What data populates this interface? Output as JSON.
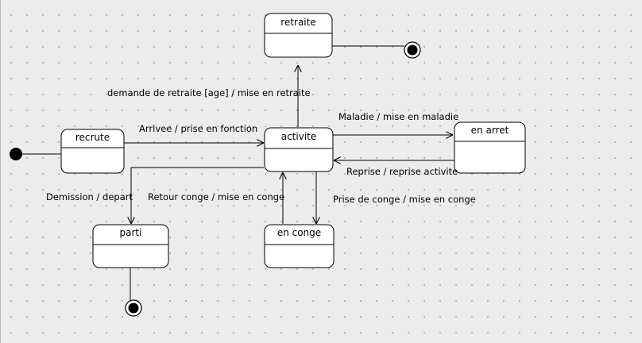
{
  "states": {
    "retraite": "retraite",
    "recrute": "recrute",
    "activite": "activite",
    "en_arret": "en arret",
    "parti": "parti",
    "en_conge": "en conge"
  },
  "transitions": {
    "arrivee": "Arrivee / prise en fonction",
    "retraite": "demande de retraite [age] / mise en retraite",
    "maladie": "Maladie / mise en maladie",
    "reprise": "Reprise / reprise activite",
    "demission": "Demission / depart",
    "retour_conge": "Retour conge / mise en conge",
    "prise_conge": "Prise de conge / mise en conge"
  }
}
